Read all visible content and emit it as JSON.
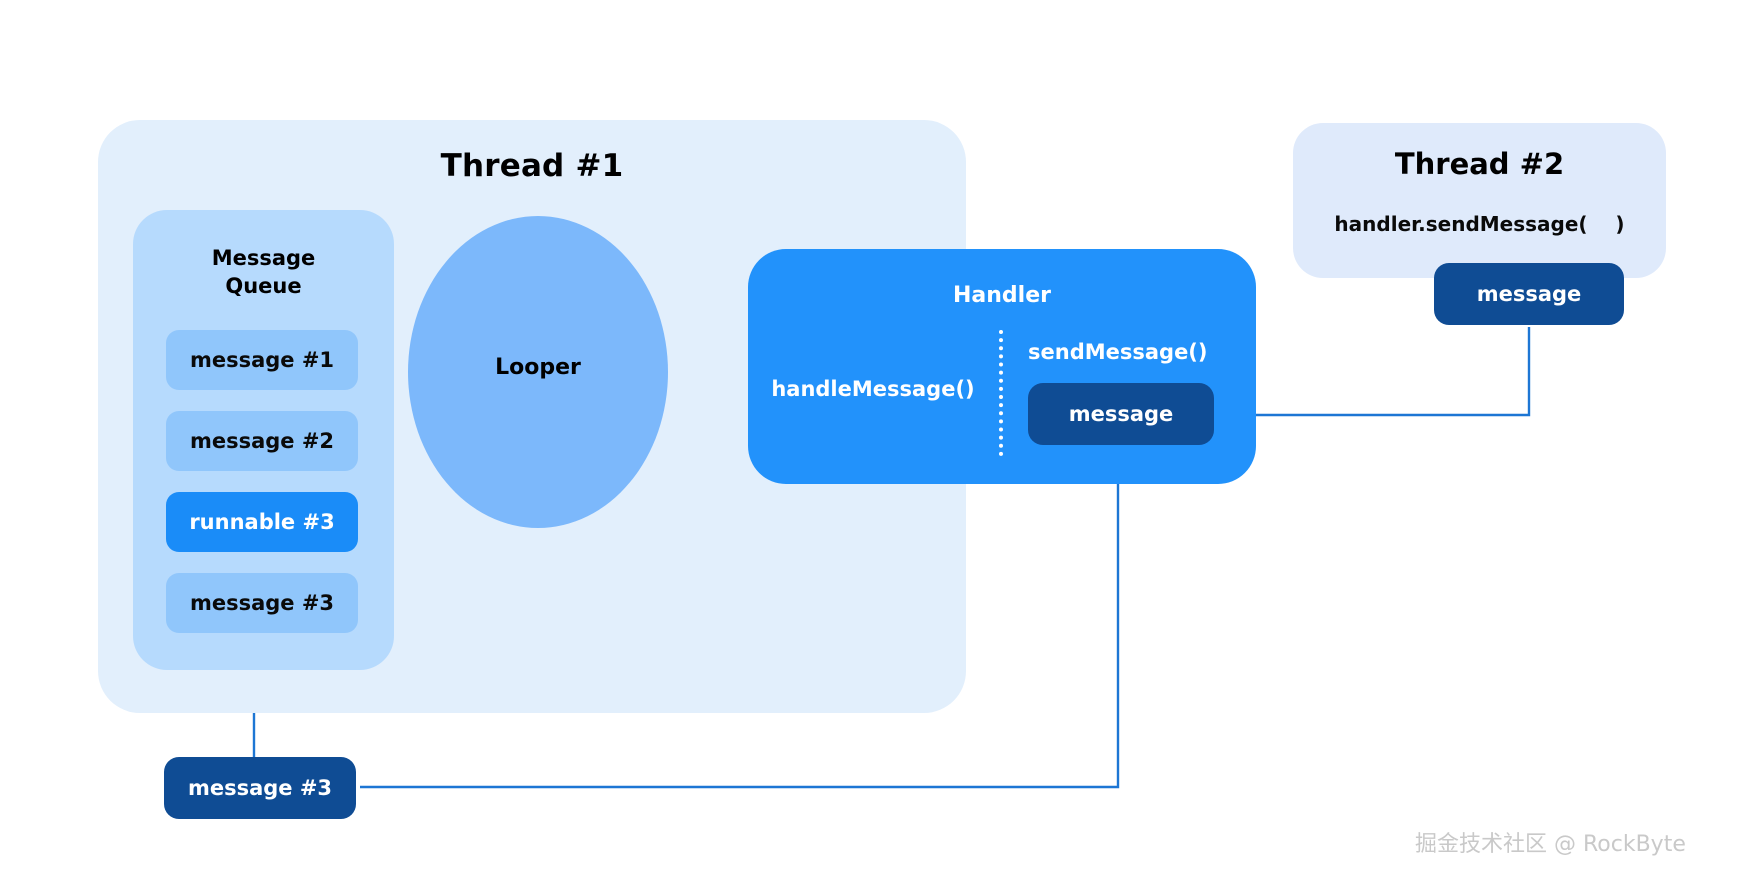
{
  "diagram": {
    "title": "Android Handler / Looper / MessageQueue message flow",
    "colors": {
      "thread1_bg": "#e2effc",
      "thread2_bg": "#dfeafb",
      "queue_bg": "#b6dafd",
      "looper_fill": "#7cb8fb",
      "chip_normal": "#90c6fb",
      "chip_active": "#1a8cf8",
      "handler_fill": "#2292fb",
      "dark_chip": "#0f4c94",
      "arrow_stroke": "#1d76d4",
      "watermark": "#c9c9c9"
    }
  },
  "thread1": {
    "title": "Thread #1",
    "message_queue": {
      "title_line1": "Message",
      "title_line2": "Queue",
      "items": [
        {
          "label": "message #1",
          "state": "normal"
        },
        {
          "label": "message #2",
          "state": "normal"
        },
        {
          "label": "runnable #3",
          "state": "active"
        },
        {
          "label": "message #3",
          "state": "normal"
        }
      ]
    },
    "looper": {
      "label": "Looper"
    },
    "handler": {
      "title": "Handler",
      "handle_message": "handleMessage()",
      "send_message": "sendMessage()",
      "message_chip": "message"
    }
  },
  "thread2": {
    "title": "Thread #2",
    "call": "handler.sendMessage(    )",
    "message_chip": "message"
  },
  "incoming_message": {
    "label": "message #3"
  },
  "watermark": {
    "text": "掘金技术社区 @ RockByte"
  }
}
